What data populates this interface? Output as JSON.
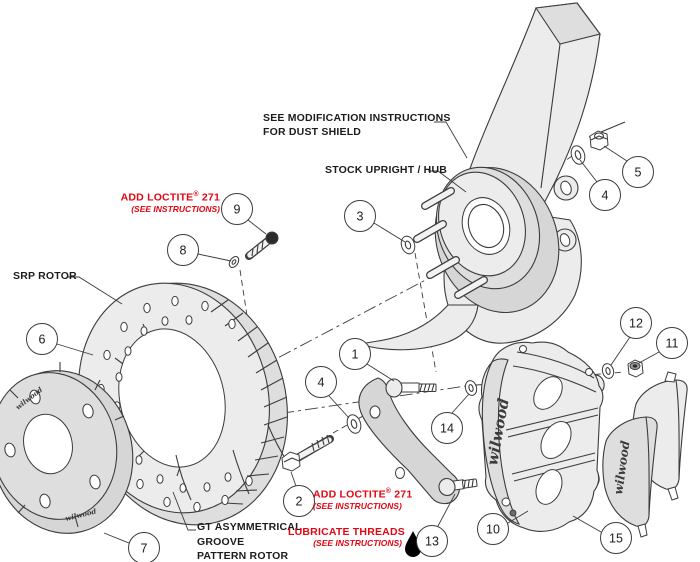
{
  "diagram": {
    "type": "exploded-assembly",
    "subject": "front big brake kit exploded view",
    "colors": {
      "background": "#ffffff",
      "line": "#3c3c3c",
      "part_fill": "#e4e4e4",
      "accent_red": "#e20613",
      "drop_black": "#000000"
    },
    "labels": {
      "modification_note": {
        "line1": "SEE MODIFICATION INSTRUCTIONS",
        "line2": "FOR DUST SHIELD"
      },
      "upright_hub": "STOCK UPRIGHT / HUB",
      "srp_rotor": "SRP ROTOR",
      "gt_rotor": {
        "line1": "GT ASYMMETRICAL",
        "line2": "GROOVE",
        "line3": "PATTERN ROTOR"
      }
    },
    "notes": {
      "loctite_top": {
        "title": "ADD LOCTITE",
        "registered": "®",
        "suffix": " 271",
        "subtitle": "(SEE INSTRUCTIONS)"
      },
      "loctite_bottom": {
        "title": "ADD LOCTITE",
        "registered": "®",
        "suffix": " 271",
        "subtitle": "(SEE INSTRUCTIONS)"
      },
      "lubricate": {
        "title": "LUBRICATE THREADS",
        "subtitle": "(SEE INSTRUCTIONS)"
      }
    },
    "branding": {
      "caliper": "wilwood",
      "pad": "wilwood",
      "hat_top": "wilwood",
      "hat_bottom": "wilwood"
    },
    "callouts": {
      "c1": "1",
      "c2": "2",
      "c3": "3",
      "c4a": "4",
      "c4b": "4",
      "c5": "5",
      "c6": "6",
      "c7": "7",
      "c8": "8",
      "c9": "9",
      "c10": "10",
      "c11": "11",
      "c12": "12",
      "c13": "13",
      "c14": "14",
      "c15": "15"
    }
  }
}
